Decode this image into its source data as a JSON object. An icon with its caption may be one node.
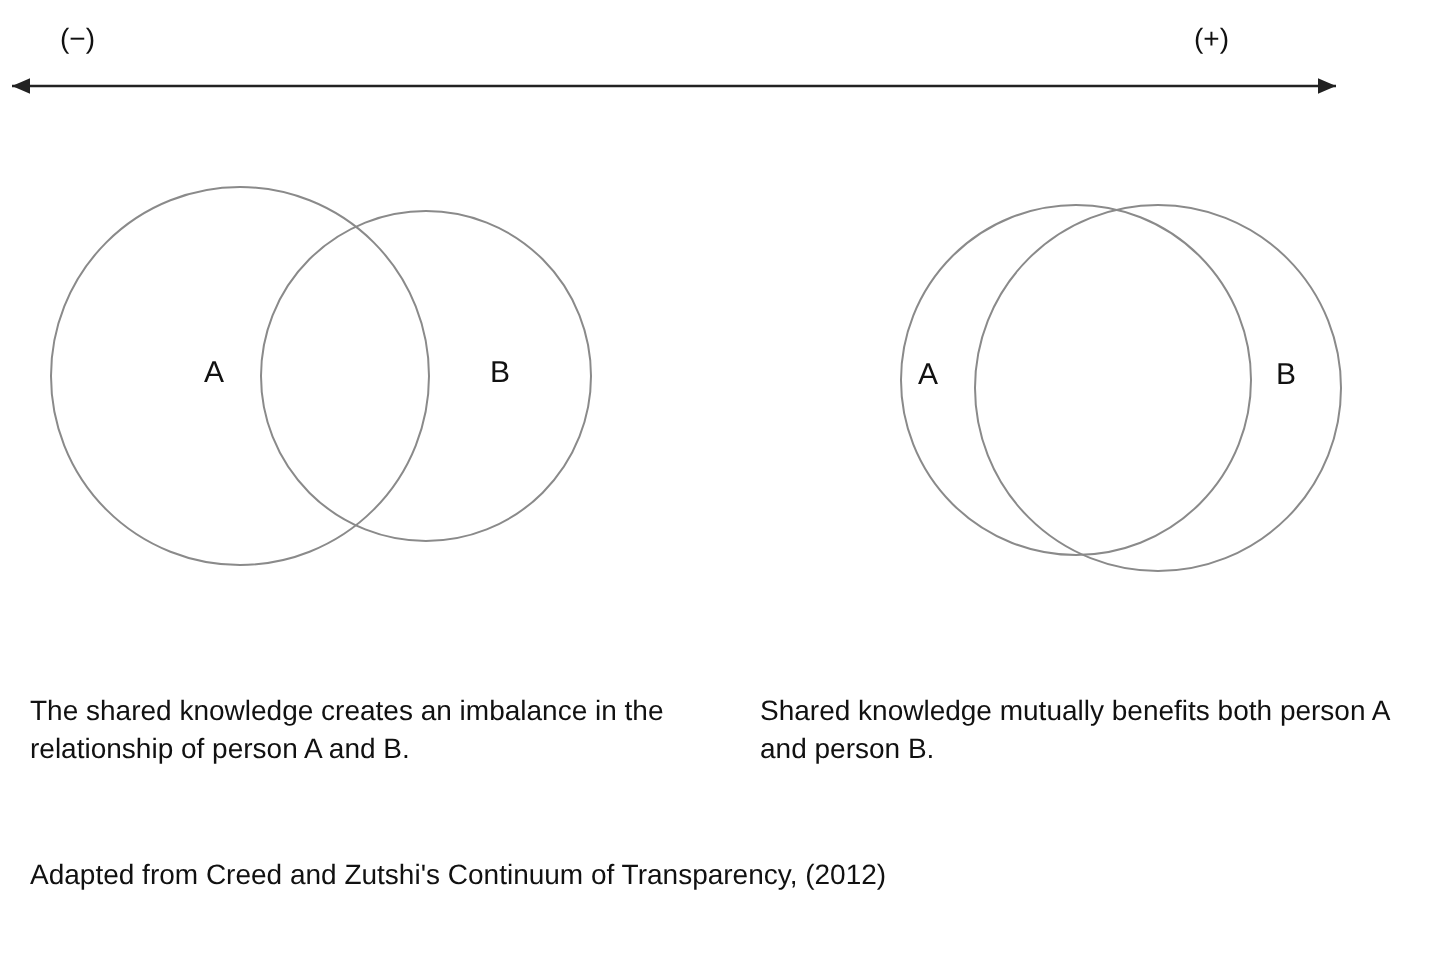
{
  "diagram": {
    "caption": "Adapted from Creed and Zutshi's Continuum of Transparency, (2012)",
    "nodes": [
      {
        "text": [
          "A"
        ]
      },
      {
        "text": [
          "B"
        ]
      },
      {
        "text": [
          "A"
        ]
      },
      {
        "text": [
          "B"
        ]
      }
    ],
    "labels": [
      "(−)",
      "(+)",
      "The shared knowledge creates an imbalance in the relationship of person A and B.",
      "Shared knowledge mutually benefits both person A and person B."
    ]
  }
}
